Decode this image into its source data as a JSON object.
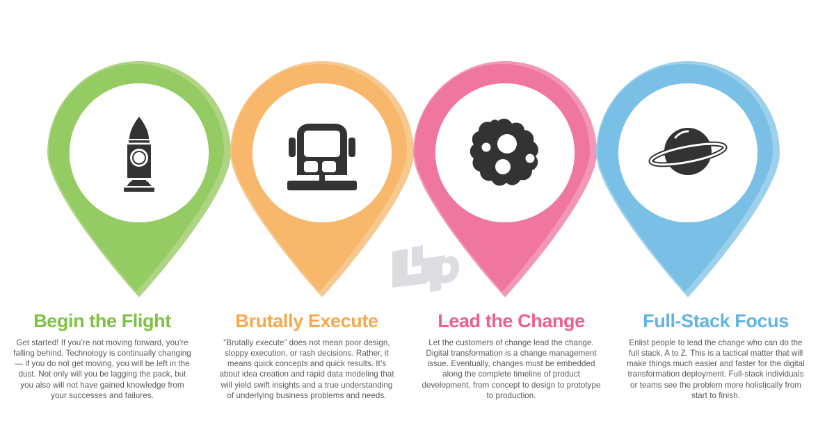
{
  "meta": {
    "watermark_text": "Lhp",
    "background_color": "#ffffff",
    "body_text_color": "#58595b"
  },
  "columns": [
    {
      "id": "begin-the-flight",
      "title": "Begin the Flight",
      "body": "Get started! If you’re not moving forward, you’re falling behind. Technology is continually changing — if you do not get moving, you will be left in the dust. Not only will you be lagging the pack, but you also will not have gained knowledge from your successes and failures.",
      "color": "#7DC242",
      "color_shadow": "#9ECB6A",
      "icon": "rocket-icon"
    },
    {
      "id": "brutally-execute",
      "title": "Brutally Execute",
      "body": "“Brutally execute” does not mean poor design, sloppy execution, or rash decisions. Rather, it means quick concepts and quick results. It’s about idea creation and rapid data modeling that will yield swift insights and a true understanding of underlying business problems and needs.",
      "color": "#F6A94C",
      "color_shadow": "#F6BE79",
      "icon": "tram-icon"
    },
    {
      "id": "lead-the-change",
      "title": "Lead the Change",
      "body": "Let the customers of change lead the change. Digital transformation is a change management issue. Eventually, changes must be embedded along the complete timeline of product development, from concept to design to prototype to production.",
      "color": "#ED5F8E",
      "color_shadow": "#F185AA",
      "icon": "asteroid-icon"
    },
    {
      "id": "full-stack-focus",
      "title": "Full-Stack Focus",
      "body": "Enlist people to lead the change who can do the full stack, A to Z. This is a tactical matter that will make things much easier and faster for the digital transformation deployment. Full-stack individuals or teams see the problem more holistically from start to finish.",
      "color": "#62B4E2",
      "color_shadow": "#8CC8E8",
      "icon": "saturn-icon"
    }
  ]
}
